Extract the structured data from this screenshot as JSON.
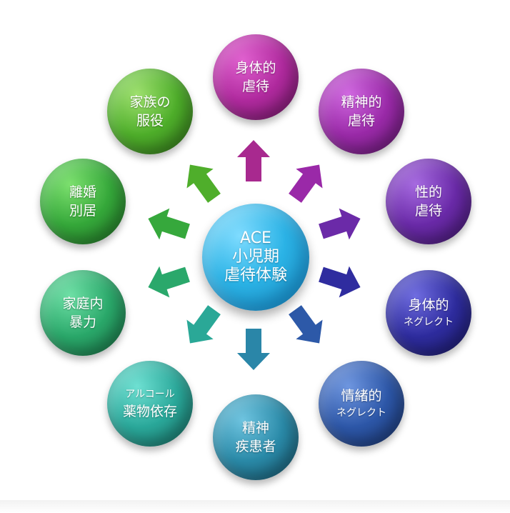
{
  "center": {
    "lines": [
      "ACE",
      "小児期",
      "虐待体験"
    ],
    "color": "#2bb3e6"
  },
  "nodes": [
    {
      "id": "physical-abuse",
      "lines": [
        "身体的",
        "虐待"
      ],
      "color": "#b02a9e"
    },
    {
      "id": "psychological-abuse",
      "lines": [
        "精神的",
        "虐待"
      ],
      "color": "#9a2aa8"
    },
    {
      "id": "sexual-abuse",
      "lines": [
        "性的",
        "虐待"
      ],
      "color": "#6a2aa8"
    },
    {
      "id": "physical-neglect",
      "lines": [
        "身体的",
        "ネグレクト"
      ],
      "color": "#2e2c9e"
    },
    {
      "id": "emotional-neglect",
      "lines": [
        "情緒的",
        "ネグレクト"
      ],
      "color": "#2d57a8"
    },
    {
      "id": "mentally-ill-member",
      "lines": [
        "精神",
        "疾患者"
      ],
      "color": "#2a8aa8"
    },
    {
      "id": "substance-abuse",
      "lines": [
        "アルコール",
        "薬物依存"
      ],
      "color": "#2aa89a"
    },
    {
      "id": "domestic-violence",
      "lines": [
        "家庭内",
        "暴力"
      ],
      "color": "#2aa86a"
    },
    {
      "id": "divorce-separation",
      "lines": [
        "離婚",
        "別居"
      ],
      "color": "#35a83a"
    },
    {
      "id": "incarcerated-member",
      "lines": [
        "家族の",
        "服役"
      ],
      "color": "#4eae2a"
    }
  ]
}
